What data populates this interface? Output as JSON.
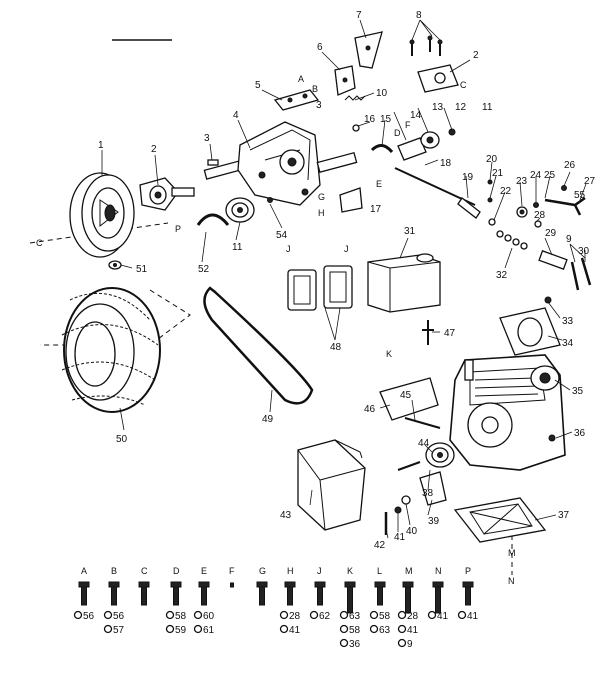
{
  "diagram": {
    "callouts": [
      {
        "id": "c1",
        "text": "1"
      },
      {
        "id": "c2a",
        "text": "2"
      },
      {
        "id": "c2b",
        "text": "2"
      },
      {
        "id": "c3a",
        "text": "3"
      },
      {
        "id": "c3b",
        "text": "3"
      },
      {
        "id": "c4",
        "text": "4"
      },
      {
        "id": "c5",
        "text": "5"
      },
      {
        "id": "c6",
        "text": "6"
      },
      {
        "id": "c7",
        "text": "7"
      },
      {
        "id": "c8",
        "text": "8"
      },
      {
        "id": "c9a",
        "text": "9"
      },
      {
        "id": "c10",
        "text": "10"
      },
      {
        "id": "c11a",
        "text": "11"
      },
      {
        "id": "c11b",
        "text": "11"
      },
      {
        "id": "c12",
        "text": "12"
      },
      {
        "id": "c13",
        "text": "13"
      },
      {
        "id": "c14",
        "text": "14"
      },
      {
        "id": "c15",
        "text": "15"
      },
      {
        "id": "c16",
        "text": "16"
      },
      {
        "id": "c17",
        "text": "17"
      },
      {
        "id": "c18",
        "text": "18"
      },
      {
        "id": "c19",
        "text": "19"
      },
      {
        "id": "c20",
        "text": "20"
      },
      {
        "id": "c21",
        "text": "21"
      },
      {
        "id": "c22",
        "text": "22"
      },
      {
        "id": "c23",
        "text": "23"
      },
      {
        "id": "c24",
        "text": "24"
      },
      {
        "id": "c25",
        "text": "25"
      },
      {
        "id": "c26",
        "text": "26"
      },
      {
        "id": "c27",
        "text": "27"
      },
      {
        "id": "c28",
        "text": "28"
      },
      {
        "id": "c29",
        "text": "29"
      },
      {
        "id": "c30",
        "text": "30"
      },
      {
        "id": "c31",
        "text": "31"
      },
      {
        "id": "c32",
        "text": "32"
      },
      {
        "id": "c33",
        "text": "33"
      },
      {
        "id": "c34",
        "text": "34"
      },
      {
        "id": "c35",
        "text": "35"
      },
      {
        "id": "c36",
        "text": "36"
      },
      {
        "id": "c37",
        "text": "37"
      },
      {
        "id": "c38",
        "text": "38"
      },
      {
        "id": "c39",
        "text": "39"
      },
      {
        "id": "c40",
        "text": "40"
      },
      {
        "id": "c41",
        "text": "41"
      },
      {
        "id": "c42",
        "text": "42"
      },
      {
        "id": "c43",
        "text": "43"
      },
      {
        "id": "c44",
        "text": "44"
      },
      {
        "id": "c45",
        "text": "45"
      },
      {
        "id": "c46",
        "text": "46"
      },
      {
        "id": "c47",
        "text": "47"
      },
      {
        "id": "c48",
        "text": "48"
      },
      {
        "id": "c49",
        "text": "49"
      },
      {
        "id": "c50",
        "text": "50"
      },
      {
        "id": "c51",
        "text": "51"
      },
      {
        "id": "c52",
        "text": "52"
      },
      {
        "id": "c53",
        "text": "53"
      },
      {
        "id": "c54",
        "text": "54"
      },
      {
        "id": "c55",
        "text": "55"
      },
      {
        "id": "c9b",
        "text": "9"
      }
    ],
    "letters": [
      {
        "id": "lA",
        "text": "A"
      },
      {
        "id": "lB",
        "text": "B"
      },
      {
        "id": "lC",
        "text": "C"
      },
      {
        "id": "lD",
        "text": "D"
      },
      {
        "id": "lE",
        "text": "E"
      },
      {
        "id": "lF",
        "text": "F"
      },
      {
        "id": "lG",
        "text": "G"
      },
      {
        "id": "lH",
        "text": "H"
      },
      {
        "id": "lJ1",
        "text": "J"
      },
      {
        "id": "lJ2",
        "text": "J"
      },
      {
        "id": "lK",
        "text": "K"
      },
      {
        "id": "lM",
        "text": "M"
      },
      {
        "id": "lN",
        "text": "N"
      },
      {
        "id": "lP",
        "text": "P"
      },
      {
        "id": "lC2",
        "text": "C"
      }
    ]
  },
  "hardware_key": {
    "columns": [
      {
        "letter": "A",
        "refs": [
          "56"
        ]
      },
      {
        "letter": "B",
        "refs": [
          "56",
          "57"
        ]
      },
      {
        "letter": "C",
        "refs": []
      },
      {
        "letter": "D",
        "refs": [
          "58",
          "59"
        ]
      },
      {
        "letter": "E",
        "refs": [
          "60",
          "61"
        ]
      },
      {
        "letter": "F",
        "refs": []
      },
      {
        "letter": "G",
        "refs": []
      },
      {
        "letter": "H",
        "refs": [
          "28",
          "41"
        ]
      },
      {
        "letter": "J",
        "refs": [
          "62"
        ]
      },
      {
        "letter": "K",
        "refs": [
          "63",
          "58",
          "36"
        ]
      },
      {
        "letter": "L",
        "refs": [
          "58",
          "63"
        ]
      },
      {
        "letter": "M",
        "refs": [
          "28",
          "41",
          "9"
        ]
      },
      {
        "letter": "N",
        "refs": [
          "41"
        ]
      },
      {
        "letter": "P",
        "refs": [
          "41"
        ]
      }
    ]
  },
  "colors": {
    "ink": "#111111",
    "paper": "#ffffff"
  }
}
